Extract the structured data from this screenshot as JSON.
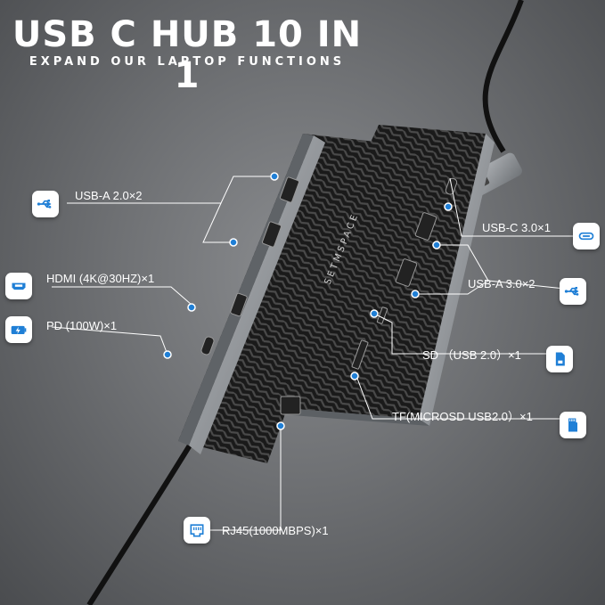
{
  "header": {
    "title": "USB C HUB 10 IN 1",
    "subtitle": "EXPAND OUR LAPTOP FUNCTIONS"
  },
  "ports": [
    {
      "label": "USB-A  2.0×2",
      "icon": "usb-icon"
    },
    {
      "label": "HDMI (4K@30HZ)×1",
      "icon": "hdmi-icon"
    },
    {
      "label": "PD (100W)×1",
      "icon": "charging-icon"
    },
    {
      "label": "USB-C 3.0×1",
      "icon": "usb-c-icon"
    },
    {
      "label": "USB-A  3.0×2",
      "icon": "usb-icon"
    },
    {
      "label": "SD （USB 2.0）×1",
      "icon": "sd-card-icon"
    },
    {
      "label": "TF(MICROSD USB2.0）×1",
      "icon": "microsd-icon"
    },
    {
      "label": "RJ45(1000MBPS)×1",
      "icon": "ethernet-icon"
    }
  ],
  "brand": "SETMSPACE",
  "colors": {
    "accent": "#1f7fd6",
    "device_body": "#8f9397",
    "carbon": "#1b1b1b"
  }
}
